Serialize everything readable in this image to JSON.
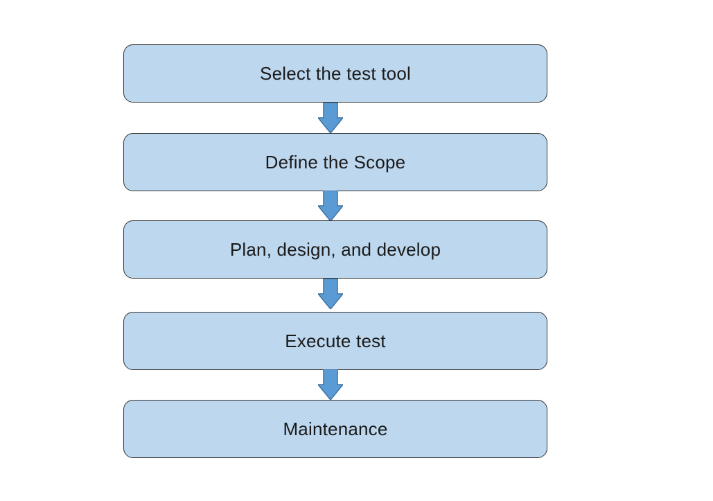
{
  "diagram": {
    "type": "flowchart",
    "direction": "top-to-bottom",
    "steps": [
      {
        "id": 1,
        "label": "Select the test tool"
      },
      {
        "id": 2,
        "label": "Define the Scope"
      },
      {
        "id": 3,
        "label": "Plan, design, and develop"
      },
      {
        "id": 4,
        "label": "Execute test"
      },
      {
        "id": 5,
        "label": "Maintenance"
      }
    ],
    "connectors": [
      {
        "from": 1,
        "to": 2,
        "shape": "block-arrow-down"
      },
      {
        "from": 2,
        "to": 3,
        "shape": "block-arrow-down"
      },
      {
        "from": 3,
        "to": 4,
        "shape": "block-arrow-down"
      },
      {
        "from": 4,
        "to": 5,
        "shape": "block-arrow-down"
      }
    ]
  },
  "colors": {
    "box-fill": "#bdd7ee",
    "box-border": "#333333",
    "arrow-fill": "#5b9bd5",
    "arrow-border": "#41719c",
    "text-color": "#1a1a1a",
    "page-bg": "#ffffff"
  }
}
